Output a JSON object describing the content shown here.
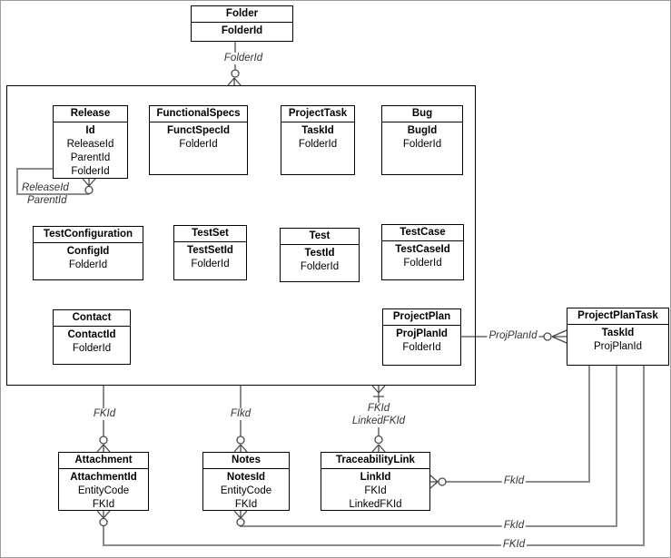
{
  "diagram": {
    "entities": {
      "folder": {
        "name": "Folder",
        "fields": [
          "FolderId"
        ]
      },
      "release": {
        "name": "Release",
        "fields": [
          "Id",
          "ReleaseId",
          "ParentId",
          "FolderId"
        ]
      },
      "functionalspecs": {
        "name": "FunctionalSpecs",
        "fields": [
          "FunctSpecId",
          "FolderId"
        ]
      },
      "projecttask": {
        "name": "ProjectTask",
        "fields": [
          "TaskId",
          "FolderId"
        ]
      },
      "bug": {
        "name": "Bug",
        "fields": [
          "BugId",
          "FolderId"
        ]
      },
      "testconfiguration": {
        "name": "TestConfiguration",
        "fields": [
          "ConfigId",
          "FolderId"
        ]
      },
      "testset": {
        "name": "TestSet",
        "fields": [
          "TestSetId",
          "FolderId"
        ]
      },
      "test": {
        "name": "Test",
        "fields": [
          "TestId",
          "FolderId"
        ]
      },
      "testcase": {
        "name": "TestCase",
        "fields": [
          "TestCaseId",
          "FolderId"
        ]
      },
      "contact": {
        "name": "Contact",
        "fields": [
          "ContactId",
          "FolderId"
        ]
      },
      "projectplan": {
        "name": "ProjectPlan",
        "fields": [
          "ProjPlanId",
          "FolderId"
        ]
      },
      "projectplantask": {
        "name": "ProjectPlanTask",
        "fields": [
          "TaskId",
          "ProjPlanId"
        ]
      },
      "attachment": {
        "name": "Attachment",
        "fields": [
          "AttachmentId",
          "EntityCode",
          "FKId"
        ]
      },
      "notes": {
        "name": "Notes",
        "fields": [
          "NotesId",
          "EntityCode",
          "FKId"
        ]
      },
      "traceabilitylink": {
        "name": "TraceabilityLink",
        "fields": [
          "LinkId",
          "FKId",
          "LinkedFKId"
        ]
      }
    },
    "labels": {
      "folder": "FolderId",
      "releaseSelfA": "ReleaseId",
      "releaseSelfB": "ParentId",
      "projPlan": "ProjPlanId",
      "attachTop": "FKId",
      "notesTop": "FIkd",
      "traceTopA": "FKId",
      "traceTopB": "LinkedFKId",
      "traceRight": "FkId",
      "notesBottom": "FkId",
      "attachBottom": "FKId"
    },
    "colors": {
      "line": "#8c8c8c",
      "crowsfoot": "#4a4a4a",
      "box_border": "#000000",
      "label_text": "#333333"
    }
  }
}
